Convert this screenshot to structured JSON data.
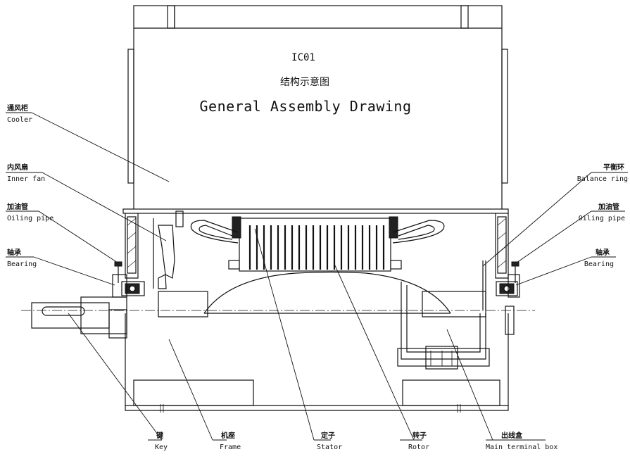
{
  "title": {
    "code": "IC01",
    "cn": "结构示意图",
    "en": "General Assembly Drawing"
  },
  "labels": {
    "cooler": {
      "cn": "通风柜",
      "en": "Cooler"
    },
    "inner_fan": {
      "cn": "内风扇",
      "en": "Inner fan"
    },
    "oiling_pipe_left": {
      "cn": "加油管",
      "en": "Oiling pipe"
    },
    "bearing_left": {
      "cn": "轴承",
      "en": "Bearing"
    },
    "balance_ring": {
      "cn": "平衡环",
      "en": "Balance ring"
    },
    "oiling_pipe_right": {
      "cn": "加油管",
      "en": "Oiling pipe"
    },
    "bearing_right": {
      "cn": "轴承",
      "en": "Bearing"
    },
    "key": {
      "cn": "键",
      "en": "Key"
    },
    "frame": {
      "cn": "机座",
      "en": "Frame"
    },
    "stator": {
      "cn": "定子",
      "en": "Stator"
    },
    "rotor": {
      "cn": "转子",
      "en": "Rotor"
    },
    "terminal_box": {
      "cn": "出线盒",
      "en": "Main terminal box"
    }
  }
}
